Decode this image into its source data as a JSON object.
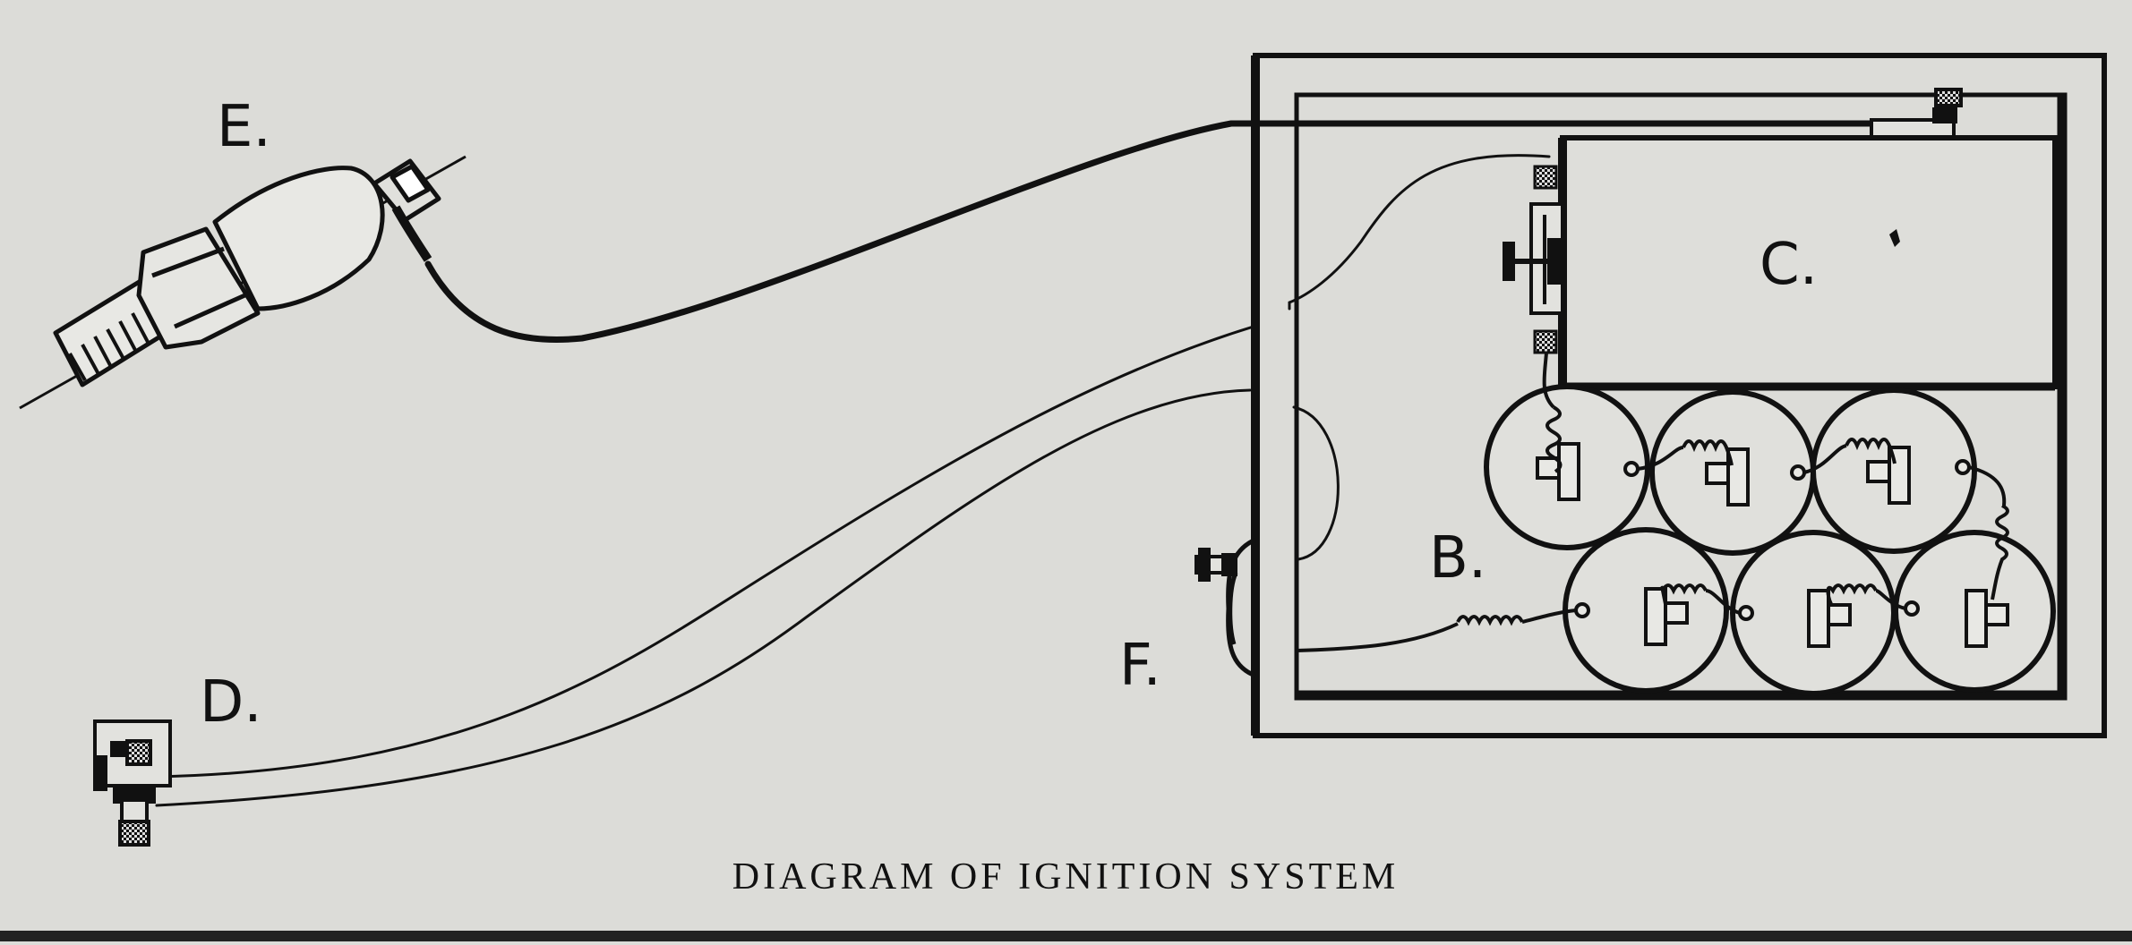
{
  "diagram": {
    "caption": "DIAGRAM OF IGNITION SYSTEM",
    "labels": {
      "spark_plug": "E.",
      "coil": "C.",
      "batteries": "B.",
      "switch_contact": "D.",
      "switch": "F."
    }
  },
  "colors": {
    "paper": "#dcdcd8",
    "ink": "#111111"
  }
}
